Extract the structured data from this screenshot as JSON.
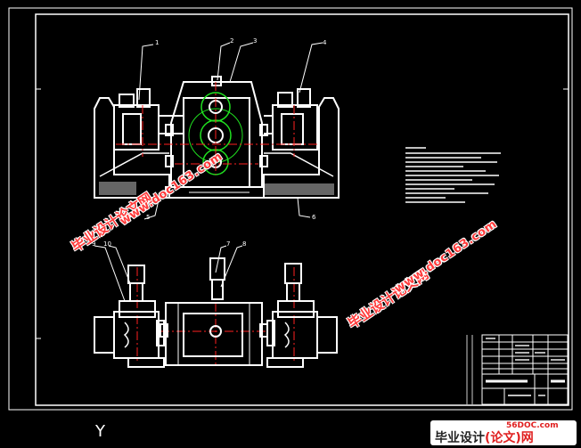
{
  "drawing": {
    "balloons": [
      "1",
      "2",
      "3",
      "4",
      "5",
      "6",
      "7",
      "8",
      "9",
      "10"
    ],
    "axis_letter": "Y"
  },
  "watermarks": {
    "site_cn": "毕业设计论文网",
    "site_url": "www.doc163.com"
  },
  "logo": {
    "small": "56DOC.com",
    "main_black": "毕业设计",
    "main_red": "(论文)网"
  },
  "colors": {
    "background": "#000000",
    "line": "#ffffff",
    "centerline": "#ff2020",
    "green": "#20e020",
    "watermark": "#ff3b3b"
  }
}
